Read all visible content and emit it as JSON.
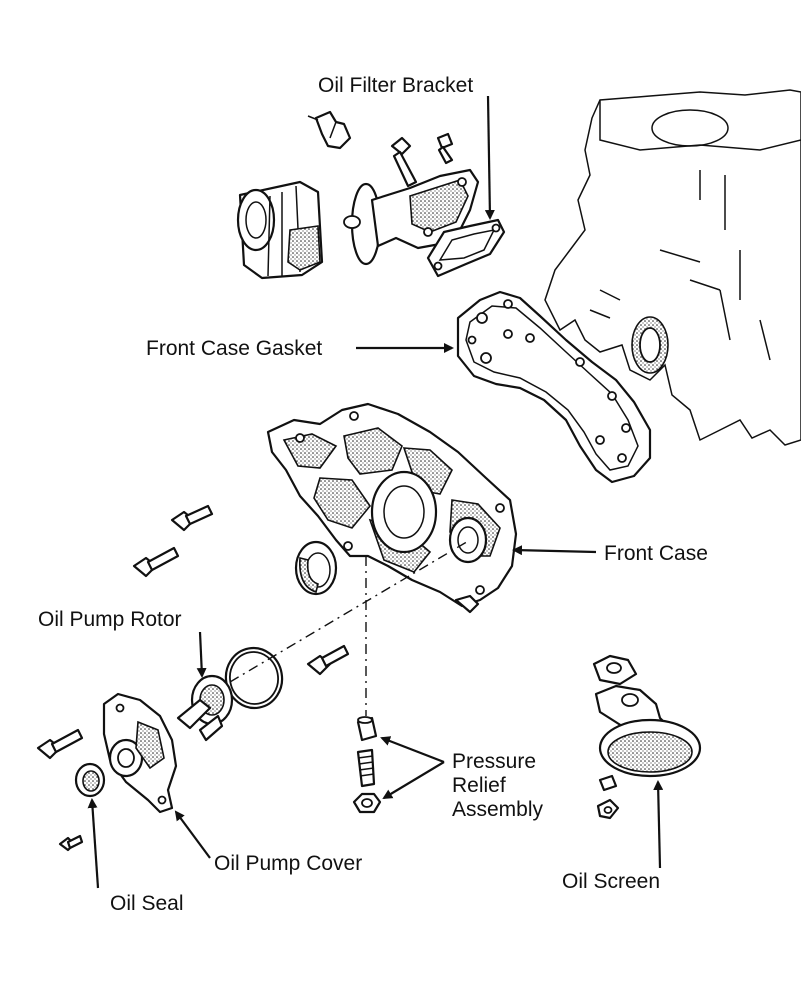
{
  "labels": {
    "oil_filter_bracket": "Oil Filter Bracket",
    "front_case_gasket": "Front Case Gasket",
    "front_case": "Front Case",
    "oil_pump_rotor": "Oil Pump Rotor",
    "pressure_relief_line1": "Pressure",
    "pressure_relief_line2": "Relief",
    "pressure_relief_line3": "Assembly",
    "oil_pump_cover": "Oil Pump Cover",
    "oil_seal": "Oil Seal",
    "oil_screen": "Oil Screen"
  },
  "colors": {
    "ink": "#111111",
    "paper": "#ffffff"
  }
}
